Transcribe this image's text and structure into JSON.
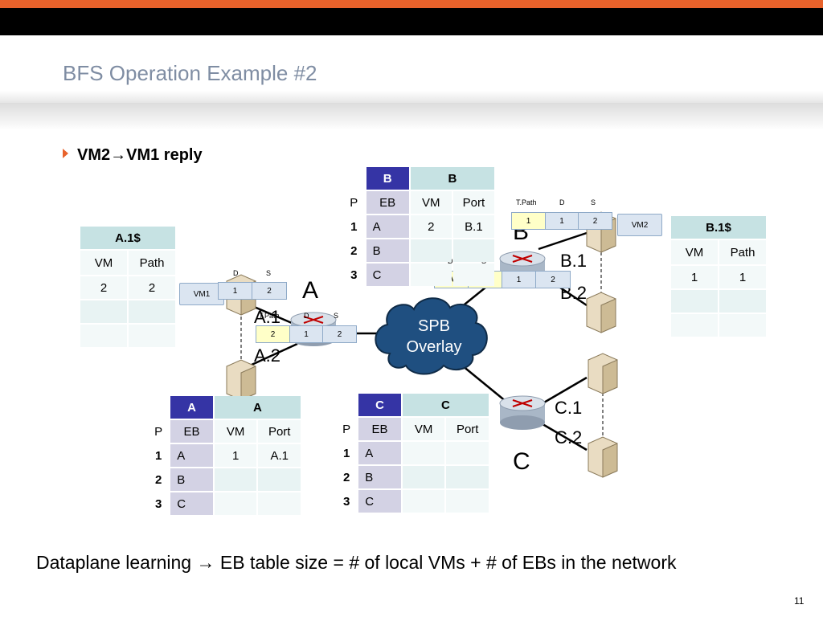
{
  "slide": {
    "title": "BFS Operation Example #2",
    "bullet": "VM2→VM1 reply",
    "footer": "Dataplane learning → EB table size = # of local VMs + # of EBs in the network",
    "page_number": "11"
  },
  "tables": {
    "a1_cache": {
      "title": "A.1$",
      "headers": [
        "VM",
        "Path"
      ],
      "rows": [
        [
          "2",
          "2"
        ],
        [
          "",
          ""
        ],
        [
          "",
          ""
        ]
      ]
    },
    "b1_cache": {
      "title": "B.1$",
      "headers": [
        "VM",
        "Path"
      ],
      "rows": [
        [
          "1",
          "1"
        ],
        [
          "",
          ""
        ],
        [
          "",
          ""
        ]
      ]
    },
    "eb_b": {
      "title_left": "B",
      "title_right": "B",
      "p_label": "P",
      "headers": [
        "EB",
        "VM",
        "Port"
      ],
      "rows": [
        {
          "p": "1",
          "eb": "A",
          "vm": "2",
          "port": "B.1"
        },
        {
          "p": "2",
          "eb": "B",
          "vm": "",
          "port": ""
        },
        {
          "p": "3",
          "eb": "C",
          "vm": "",
          "port": ""
        }
      ]
    },
    "eb_a": {
      "title_left": "A",
      "title_right": "A",
      "p_label": "P",
      "headers": [
        "EB",
        "VM",
        "Port"
      ],
      "rows": [
        {
          "p": "1",
          "eb": "A",
          "vm": "1",
          "port": "A.1"
        },
        {
          "p": "2",
          "eb": "B",
          "vm": "",
          "port": ""
        },
        {
          "p": "3",
          "eb": "C",
          "vm": "",
          "port": ""
        }
      ]
    },
    "eb_c": {
      "title_left": "C",
      "title_right": "C",
      "p_label": "P",
      "headers": [
        "EB",
        "VM",
        "Port"
      ],
      "rows": [
        {
          "p": "1",
          "eb": "A",
          "vm": "",
          "port": ""
        },
        {
          "p": "2",
          "eb": "B",
          "vm": "",
          "port": ""
        },
        {
          "p": "3",
          "eb": "C",
          "vm": "",
          "port": ""
        }
      ]
    }
  },
  "diagram": {
    "cloud": {
      "line1": "SPB",
      "line2": "Overlay"
    },
    "nodes": {
      "a": "A",
      "b": "B",
      "c": "C"
    },
    "ports": {
      "a1": "A.1",
      "a2": "A.2",
      "b1": "B.1",
      "b2": "B.2",
      "c1": "C.1",
      "c2": "C.2"
    },
    "vms": {
      "vm1": "VM1",
      "vm2": "VM2"
    },
    "packet_a_top": {
      "d_label": "D",
      "s_label": "S",
      "cells": [
        "1",
        "2"
      ]
    },
    "packet_a_mid": {
      "tpath_label": "T.Path",
      "d_label": "D",
      "s_label": "S",
      "cells": [
        "2",
        "1",
        "2"
      ]
    },
    "packet_b_top": {
      "tpath_label": "T.Path",
      "d_label": "D",
      "s_label": "S",
      "cells": [
        "1",
        "1",
        "2"
      ]
    },
    "packet_b_mid": {
      "d_label": "D",
      "s_label": "S",
      "cells": [
        "A",
        "B",
        "1",
        "2"
      ]
    }
  }
}
